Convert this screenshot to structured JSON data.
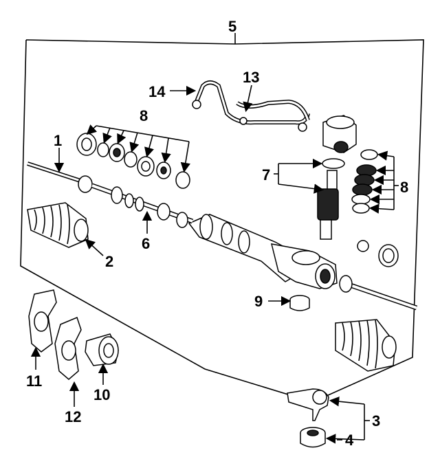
{
  "labels": {
    "l1": "1",
    "l2": "2",
    "l3": "3",
    "l4": "4",
    "l5": "5",
    "l6": "6",
    "l7": "7",
    "l8a": "8",
    "l8b": "8",
    "l9": "9",
    "l10": "10",
    "l11": "11",
    "l12": "12",
    "l13": "13",
    "l14": "14"
  },
  "colors": {
    "ink": "#000000",
    "paper": "#ffffff"
  }
}
